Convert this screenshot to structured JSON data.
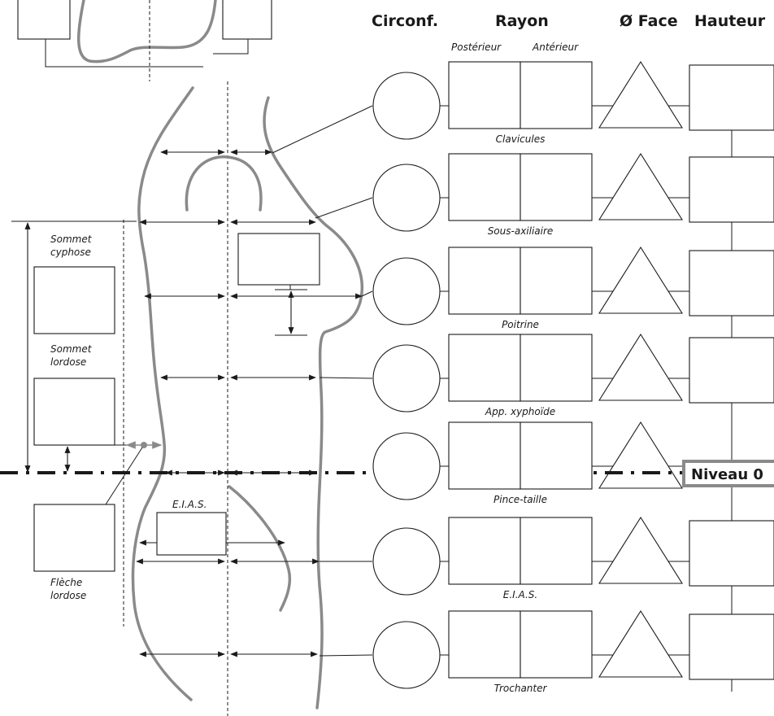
{
  "headers": {
    "circonf": "Circonf.",
    "rayon": "Rayon",
    "face": "Ø Face",
    "hauteur": "Hauteur"
  },
  "subheaders": {
    "posterieur": "Postérieur",
    "anterieur": "Antérieur"
  },
  "rows": [
    {
      "label": "Clavicules",
      "hauteur_box": true
    },
    {
      "label": "Sous-axiliaire",
      "hauteur_box": true
    },
    {
      "label": "Poitrine",
      "hauteur_box": true
    },
    {
      "label": "App. xyphoïde",
      "hauteur_box": true
    },
    {
      "label": "Pince-taille",
      "hauteur_box": false
    },
    {
      "label": "E.I.A.S.",
      "hauteur_box": true
    },
    {
      "label": "Trochanter",
      "hauteur_box": true
    }
  ],
  "niveau": "Niveau 0",
  "left_labels": {
    "sommet_cyphose": [
      "Sommet",
      "cyphose"
    ],
    "sommet_lordose": [
      "Sommet",
      "lordose"
    ],
    "fleche_lordose": [
      "Flèche",
      "lordose"
    ],
    "eias": "E.I.A.S."
  },
  "colors": {
    "line": "#1a1a1a",
    "body": "#8a8a8a",
    "niveau_border": "#8a8a8a"
  }
}
